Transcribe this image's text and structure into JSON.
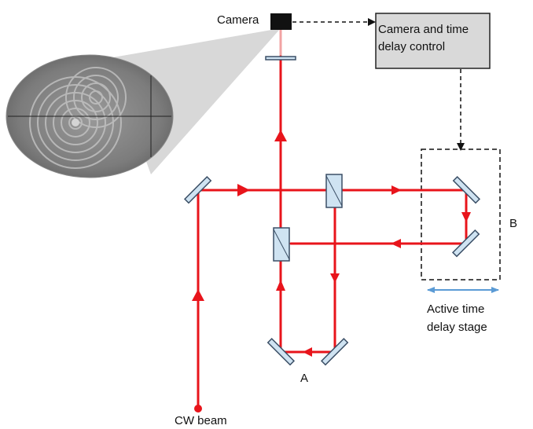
{
  "labels": {
    "camera": "Camera",
    "control_box": "Camera and time delay control",
    "point_a": "A",
    "point_b": "B",
    "stage_line1": "Active time",
    "stage_line2": "delay stage",
    "source": "CW beam"
  },
  "colors": {
    "beam": "#e8141b",
    "beam_faint": "#f2a3a3",
    "optic_fill": "#cfe3f2",
    "optic_stroke": "#3b4f66",
    "control_fill": "#d9d9d9",
    "stage_arrow": "#5b9bd5",
    "camera": "#111111"
  }
}
